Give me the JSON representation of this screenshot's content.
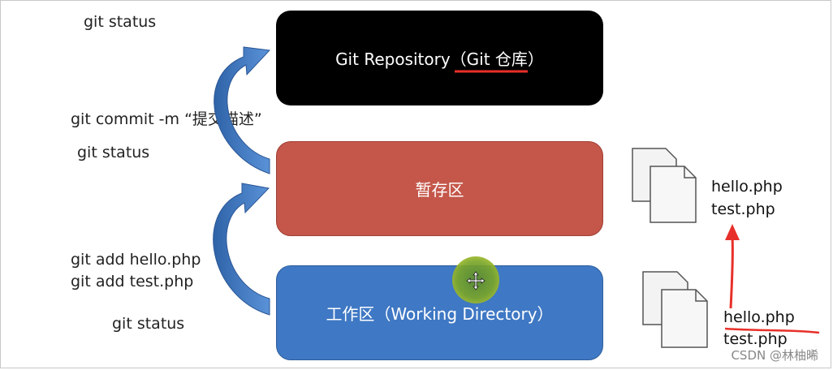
{
  "commands": {
    "status_top": "git status",
    "commit": "git commit -m “提交描述”",
    "status_mid": "git status",
    "add_hello": "git add hello.php",
    "add_test": "git add test.php",
    "status_bottom": "git status"
  },
  "boxes": {
    "repo": "Git Repository（Git 仓库）",
    "stage": "暂存区",
    "work": "工作区（Working Directory）"
  },
  "files_staged": [
    "hello.php",
    "test.php"
  ],
  "files_work": [
    "hello.php",
    "test.php"
  ],
  "watermark": "CSDN @林柚晞",
  "colors": {
    "repo": "#000000",
    "stage": "#c4574a",
    "work": "#3f78c4",
    "arrow": "#3d74bd",
    "annotation": "#e8302a"
  }
}
